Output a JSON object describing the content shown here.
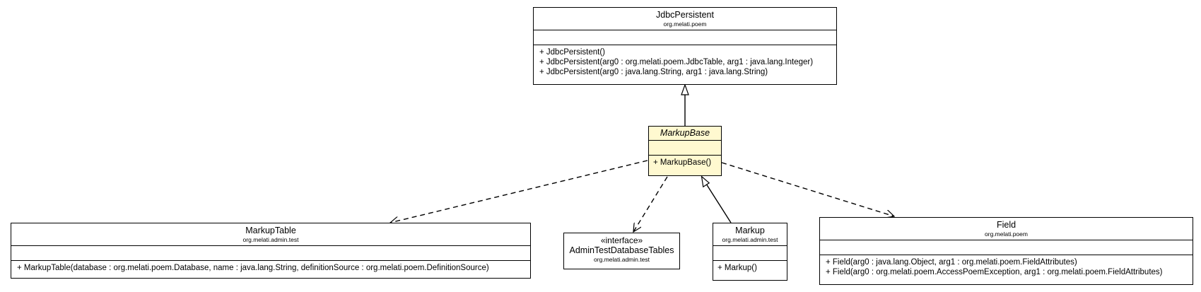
{
  "classes": {
    "jdbc_persistent": {
      "name": "JdbcPersistent",
      "package": "org.melati.poem",
      "operations": [
        "+ JdbcPersistent()",
        "+ JdbcPersistent(arg0 : org.melati.poem.JdbcTable, arg1 : java.lang.Integer)",
        "+ JdbcPersistent(arg0 : java.lang.String, arg1 : java.lang.String)"
      ]
    },
    "markup_base": {
      "name": "MarkupBase",
      "operations": [
        "+ MarkupBase()"
      ]
    },
    "markup_table": {
      "name": "MarkupTable",
      "package": "org.melati.admin.test",
      "operations": [
        "+ MarkupTable(database : org.melati.poem.Database, name : java.lang.String, definitionSource : org.melati.poem.DefinitionSource)"
      ]
    },
    "admin_test_database_tables": {
      "stereotype": "«interface»",
      "name": "AdminTestDatabaseTables",
      "package": "org.melati.admin.test"
    },
    "markup": {
      "name": "Markup",
      "package": "org.melati.admin.test",
      "operations": [
        "+ Markup()"
      ]
    },
    "field": {
      "name": "Field",
      "package": "org.melati.poem",
      "operations": [
        "+ Field(arg0 : java.lang.Object, arg1 : org.melati.poem.FieldAttributes)",
        "+ Field(arg0 : org.melati.poem.AccessPoemException, arg1 : org.melati.poem.FieldAttributes)"
      ]
    }
  },
  "colors": {
    "highlight_fill": "#fff9d0",
    "line": "#000000",
    "background": "#ffffff"
  }
}
